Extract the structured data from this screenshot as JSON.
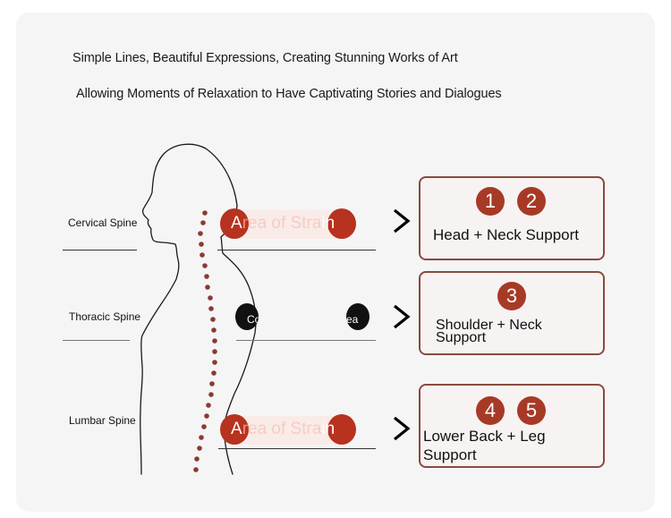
{
  "headlines": {
    "line1": "Simple Lines, Beautiful Expressions, Creating Stunning Works of Art",
    "line2": "Allowing Moments of Relaxation to Have Captivating Stories and Dialogues"
  },
  "colors": {
    "background": "#f5f5f5",
    "accent": "#a73a26",
    "box_border": "#8a4a3e",
    "spine_dots": "#8b3a32",
    "strain_dot_thoracic": "#111111"
  },
  "spine_regions": [
    {
      "label": "Cervical Spine",
      "strain_label": "Area of Strain",
      "box": {
        "badges": [
          "1",
          "2"
        ],
        "title": "Head + Neck Support"
      }
    },
    {
      "label": "Thoracic Spine",
      "strain_label_visible_start": "Co",
      "strain_label_visible_end": "ea",
      "box": {
        "badges": [
          "3"
        ],
        "title": "Shoulder + Neck Support"
      }
    },
    {
      "label": "Lumbar Spine",
      "strain_label": "Area of Strain",
      "box": {
        "badges": [
          "4",
          "5"
        ],
        "title": "Lower Back + Leg Support"
      }
    }
  ],
  "icons": {
    "arrow": "chevron-right-icon",
    "figure": "human-silhouette-icon",
    "spine": "dotted-spine-icon"
  }
}
